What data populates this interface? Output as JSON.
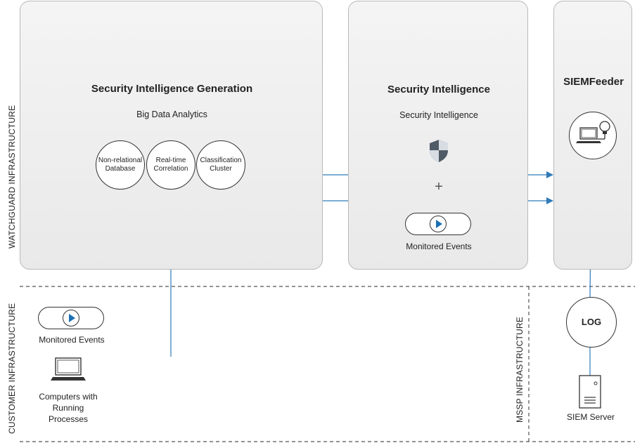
{
  "colors": {
    "arrow": "#2f7ab8",
    "border": "#b9b9b9"
  },
  "left_labels": {
    "watchguard": "WATCHGUARD INFRASTRUCTURE",
    "customer": "CUSTOMER INFRASTRUCTURE",
    "mssp": "MSSP INFRASTRUCTURE"
  },
  "generation": {
    "title": "Security Intelligence Generation",
    "subtitle": "Big Data Analytics",
    "circles": [
      {
        "line1": "Non-relational",
        "line2": "Database"
      },
      {
        "line1": "Real-time",
        "line2": "Correlation"
      },
      {
        "line1": "Classification",
        "line2": "Cluster"
      }
    ]
  },
  "intelligence": {
    "title": "Security Intelligence",
    "subtitle": "Security Intelligence",
    "plus": "+",
    "events_label": "Monitored Events",
    "shield_icon": "shield-icon",
    "play_icon": "play-icon"
  },
  "siem_feeder": {
    "title": "SIEMFeeder",
    "icon": "laptop-lightbulb-icon"
  },
  "customer": {
    "events_label": "Monitored Events",
    "computers_line1": "Computers with",
    "computers_line2": "Running",
    "computers_line3": "Processes"
  },
  "mssp": {
    "log_label": "LOG",
    "server_label": "SIEM Server",
    "server_icon": "server-icon"
  }
}
